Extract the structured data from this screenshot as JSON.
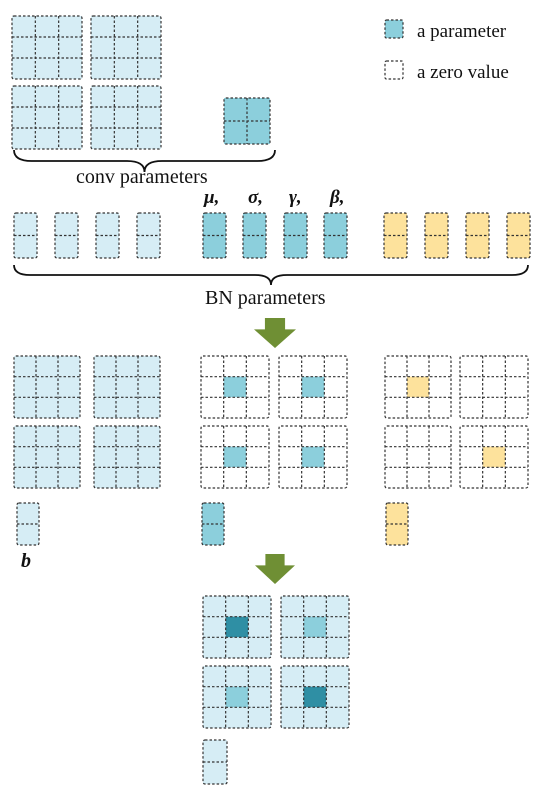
{
  "legend": {
    "parameter_label": "a parameter",
    "zero_label": "a zero value"
  },
  "captions": {
    "conv": "conv parameters",
    "bn": "BN parameters",
    "bias": "b"
  },
  "bn_symbols": [
    "μ,",
    "σ,",
    "γ,",
    "β,"
  ],
  "colors": {
    "light_blue": "#d6edf5",
    "medium_blue": "#8ccfdc",
    "dark_teal": "#2f8fa4",
    "yellow": "#fde29c",
    "white": "#ffffff",
    "grid_line": "#333333",
    "arrow": "#6f8f34"
  },
  "icons": [
    "down-arrow-icon",
    "curly-brace-icon"
  ]
}
